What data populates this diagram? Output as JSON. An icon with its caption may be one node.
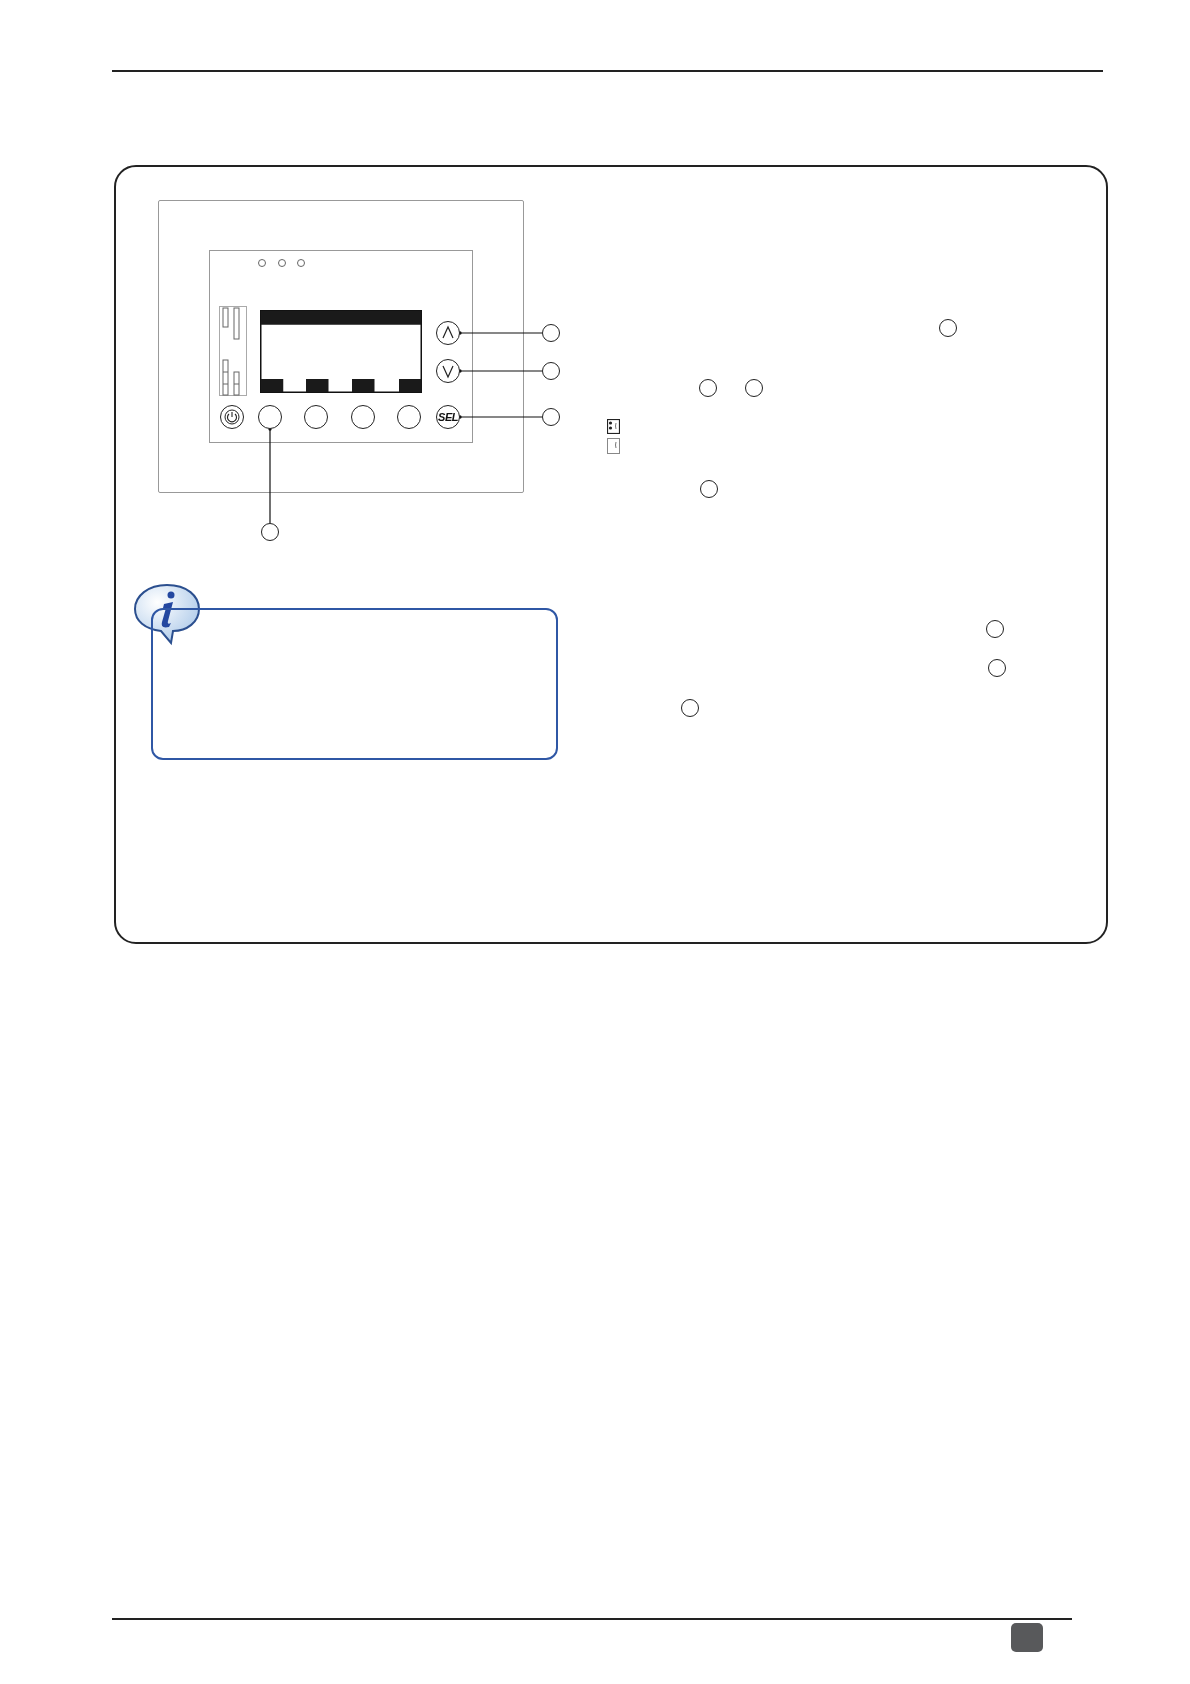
{
  "diagram": {
    "nodes": [
      {
        "text": [],
        "shape": "circle"
      },
      {
        "text": [],
        "shape": "circle"
      },
      {
        "text": [],
        "shape": "circle"
      },
      {
        "text": [],
        "shape": "circle"
      },
      {
        "text": [],
        "shape": "circle"
      },
      {
        "text": [],
        "shape": "circle"
      },
      {
        "text": [],
        "shape": "circle"
      },
      {
        "text": [],
        "shape": "circle"
      },
      {
        "text": [],
        "shape": "circle"
      },
      {
        "text": [
          "SEL"
        ]
      },
      {
        "text": [],
        "shape": "circle"
      },
      {
        "text": [],
        "shape": "circle"
      },
      {
        "text": [],
        "shape": "circle"
      },
      {
        "text": [],
        "shape": "circle"
      },
      {
        "text": [],
        "shape": "circle"
      },
      {
        "text": [],
        "shape": "circle"
      },
      {
        "text": [],
        "shape": "circle"
      },
      {
        "text": [],
        "shape": "circle"
      },
      {
        "text": [],
        "shape": "circle"
      },
      {
        "text": [],
        "shape": "box"
      }
    ],
    "edges": [
      {
        "from": 1,
        "to": 0,
        "arrow": "other"
      },
      {
        "from": 3,
        "to": 2,
        "arrow": "other"
      },
      {
        "from": 10,
        "to": 9,
        "arrow": "other"
      },
      {
        "from": 11,
        "to": 5,
        "arrow": "other"
      }
    ]
  }
}
